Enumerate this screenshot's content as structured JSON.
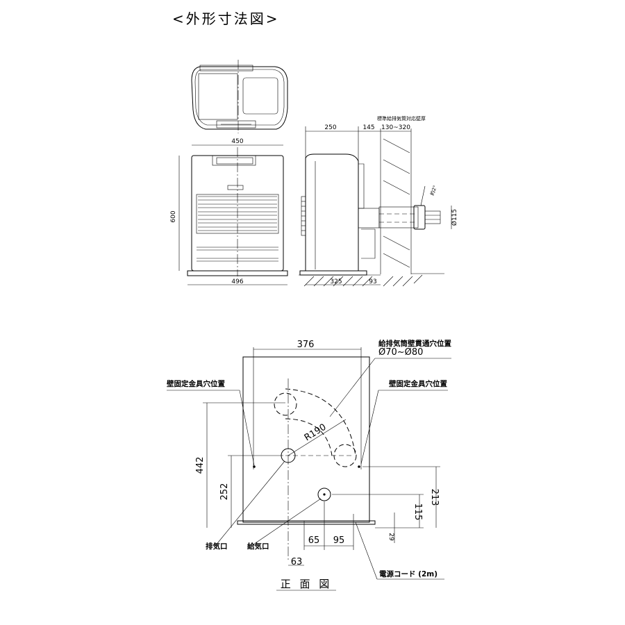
{
  "title": "<外形寸法図>",
  "top_views": {
    "front_width": "450",
    "height": "600",
    "base_width": "496",
    "side_depth": "250",
    "pipe_offset": "145",
    "wall_thickness_label": "標準給排気筒対応壁厚",
    "wall_thickness_range": "130~320",
    "side_base_depth": "325",
    "side_rear": "93",
    "pipe_diameter": "Ø115",
    "angle_note": "約2°"
  },
  "front_view": {
    "width_376": "376",
    "hole_label": "給排気筒壁貫通穴位置",
    "hole_range": "Ø70~Ø80",
    "wall_mount_left": "壁固定金具穴位置",
    "wall_mount_right": "壁固定金具穴位置",
    "radius": "R190",
    "dim_442": "442",
    "dim_252": "252",
    "dim_213": "213",
    "dim_115": "115",
    "dim_29": "29",
    "dim_65": "65",
    "dim_95": "95",
    "dim_63": "63",
    "exhaust_label": "排気口",
    "intake_label": "給気口",
    "power_cord_label": "電源コード (2m)",
    "view_name": "正 面 図"
  }
}
